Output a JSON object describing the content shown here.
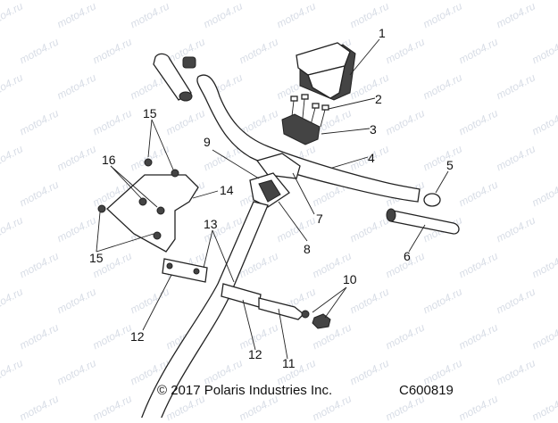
{
  "watermark_text": "moto4.ru",
  "callouts": {
    "c1": "1",
    "c2": "2",
    "c3": "3",
    "c4": "4",
    "c5": "5",
    "c6": "6",
    "c7": "7",
    "c8": "8",
    "c9": "9",
    "c10": "10",
    "c11": "11",
    "c12a": "12",
    "c12b": "12",
    "c13": "13",
    "c14": "14",
    "c15a": "15",
    "c15b": "15",
    "c16": "16"
  },
  "footer": {
    "copyright": "© 2017 Polaris Industries Inc.",
    "figure_code": "C600819"
  }
}
